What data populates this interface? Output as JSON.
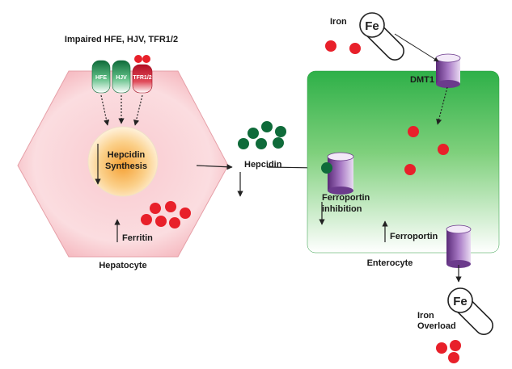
{
  "receptors_title": "Impaired HFE, HJV, TFR1/2",
  "receptors": [
    {
      "label": "HFE",
      "color": "#1f8f5a"
    },
    {
      "label": "HJV",
      "color": "#1f8f5a"
    },
    {
      "label": "TFR1/2",
      "color": "#c8102e"
    }
  ],
  "hepatocyte": {
    "label": "Hepatocyte",
    "nucleus_label": "Hepcidin Synthesis",
    "ferritin_label": "Ferritin"
  },
  "hepcidin_label": "Hepcidin",
  "enterocyte": {
    "label": "Enterocyte",
    "dmt1_label": "DMT1",
    "ferroportin_inhibition_label": "Ferroportin inhibition",
    "ferroportin_label": "Ferroportin"
  },
  "iron_label": "Iron",
  "iron_overload_label": "Iron Overload",
  "pill_text": "Fe",
  "colors": {
    "iron_red": "#e8202a",
    "hepcidin_green": "#0f6b3a",
    "enterocyte_green": "#2fb24a",
    "hepatocyte_pink": "#f7b8c0",
    "nucleus_orange": "#f6a43a",
    "channel_purple": "#7a3f9a"
  }
}
